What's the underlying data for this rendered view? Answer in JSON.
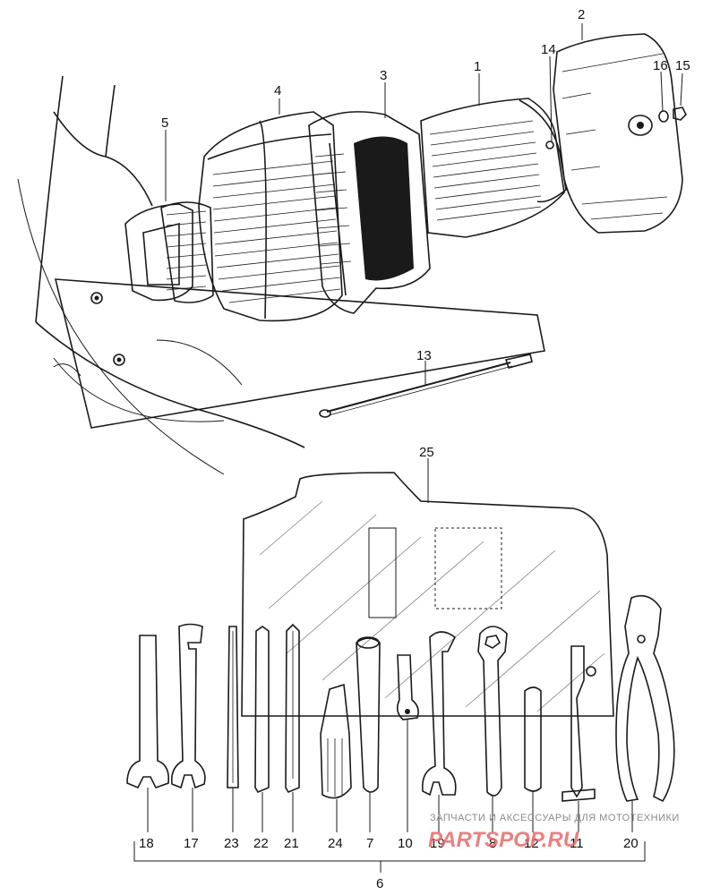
{
  "callouts_top": [
    "1",
    "2",
    "3",
    "4",
    "5",
    "13",
    "14",
    "15",
    "16"
  ],
  "callouts_kit": [
    "25"
  ],
  "tool_numbers": [
    "18",
    "17",
    "23",
    "22",
    "21",
    "24",
    "7",
    "10",
    "19",
    "8",
    "12",
    "11",
    "20"
  ],
  "bracket_label": "6",
  "watermark": {
    "caption": "ЗАПЧАСТИ И АКСЕССУАРЫ ДЛЯ МОТОТЕХНИКИ",
    "logo": "PARTSPOP.RU"
  }
}
